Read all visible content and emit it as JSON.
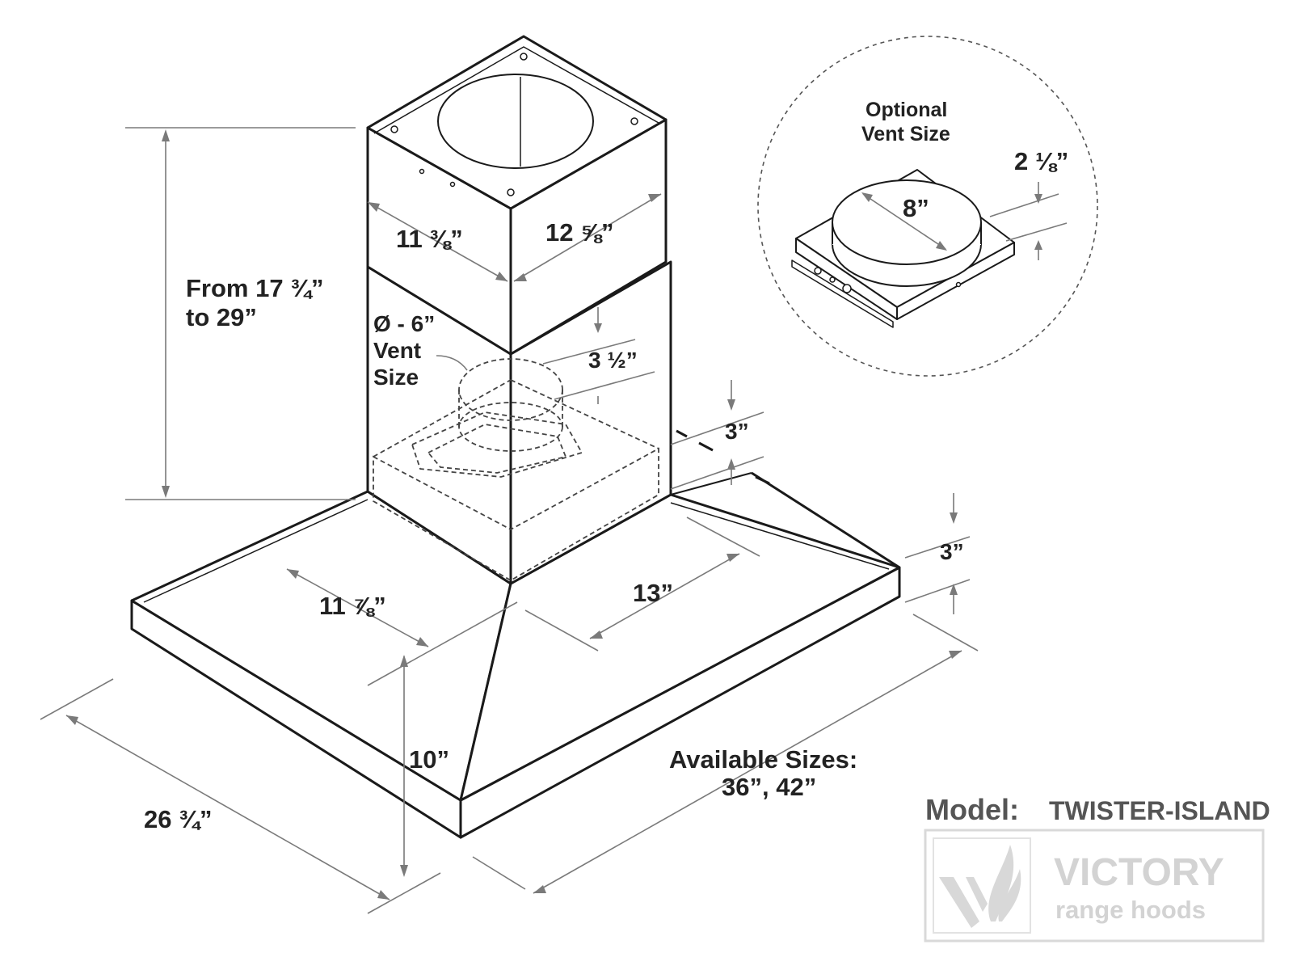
{
  "dimensions": {
    "chimney_width": "11 ⅜”",
    "chimney_depth": "12 ⅝”",
    "chimney_height_line1": "From 17 ¾”",
    "chimney_height_line2": "to 29”",
    "vent_diameter": "Ø - 6”",
    "vent_word": "Vent",
    "size_word": "Size",
    "vent_offset": "3 ½”",
    "collar_height": "3”",
    "front_edge_height": "3”",
    "base_width": "11 ⅞”",
    "base_depth": "13”",
    "hood_height": "10”",
    "hood_depth": "26 ¾”",
    "available_sizes_label": "Available Sizes:",
    "available_sizes_values": "36”, 42”"
  },
  "optional_vent": {
    "title_line1": "Optional",
    "title_line2": "Vent Size",
    "diameter": "8”",
    "height": "2 ⅛”"
  },
  "model": {
    "label": "Model:",
    "value": "TWISTER-ISLAND"
  },
  "brand": {
    "name": "VICTORY",
    "subtitle": "range hoods"
  },
  "colors": {
    "outline": "#1a1a1a",
    "dimension_line": "#7a7a7a",
    "watermark": "#d3d3d3",
    "model_text": "#555555"
  }
}
